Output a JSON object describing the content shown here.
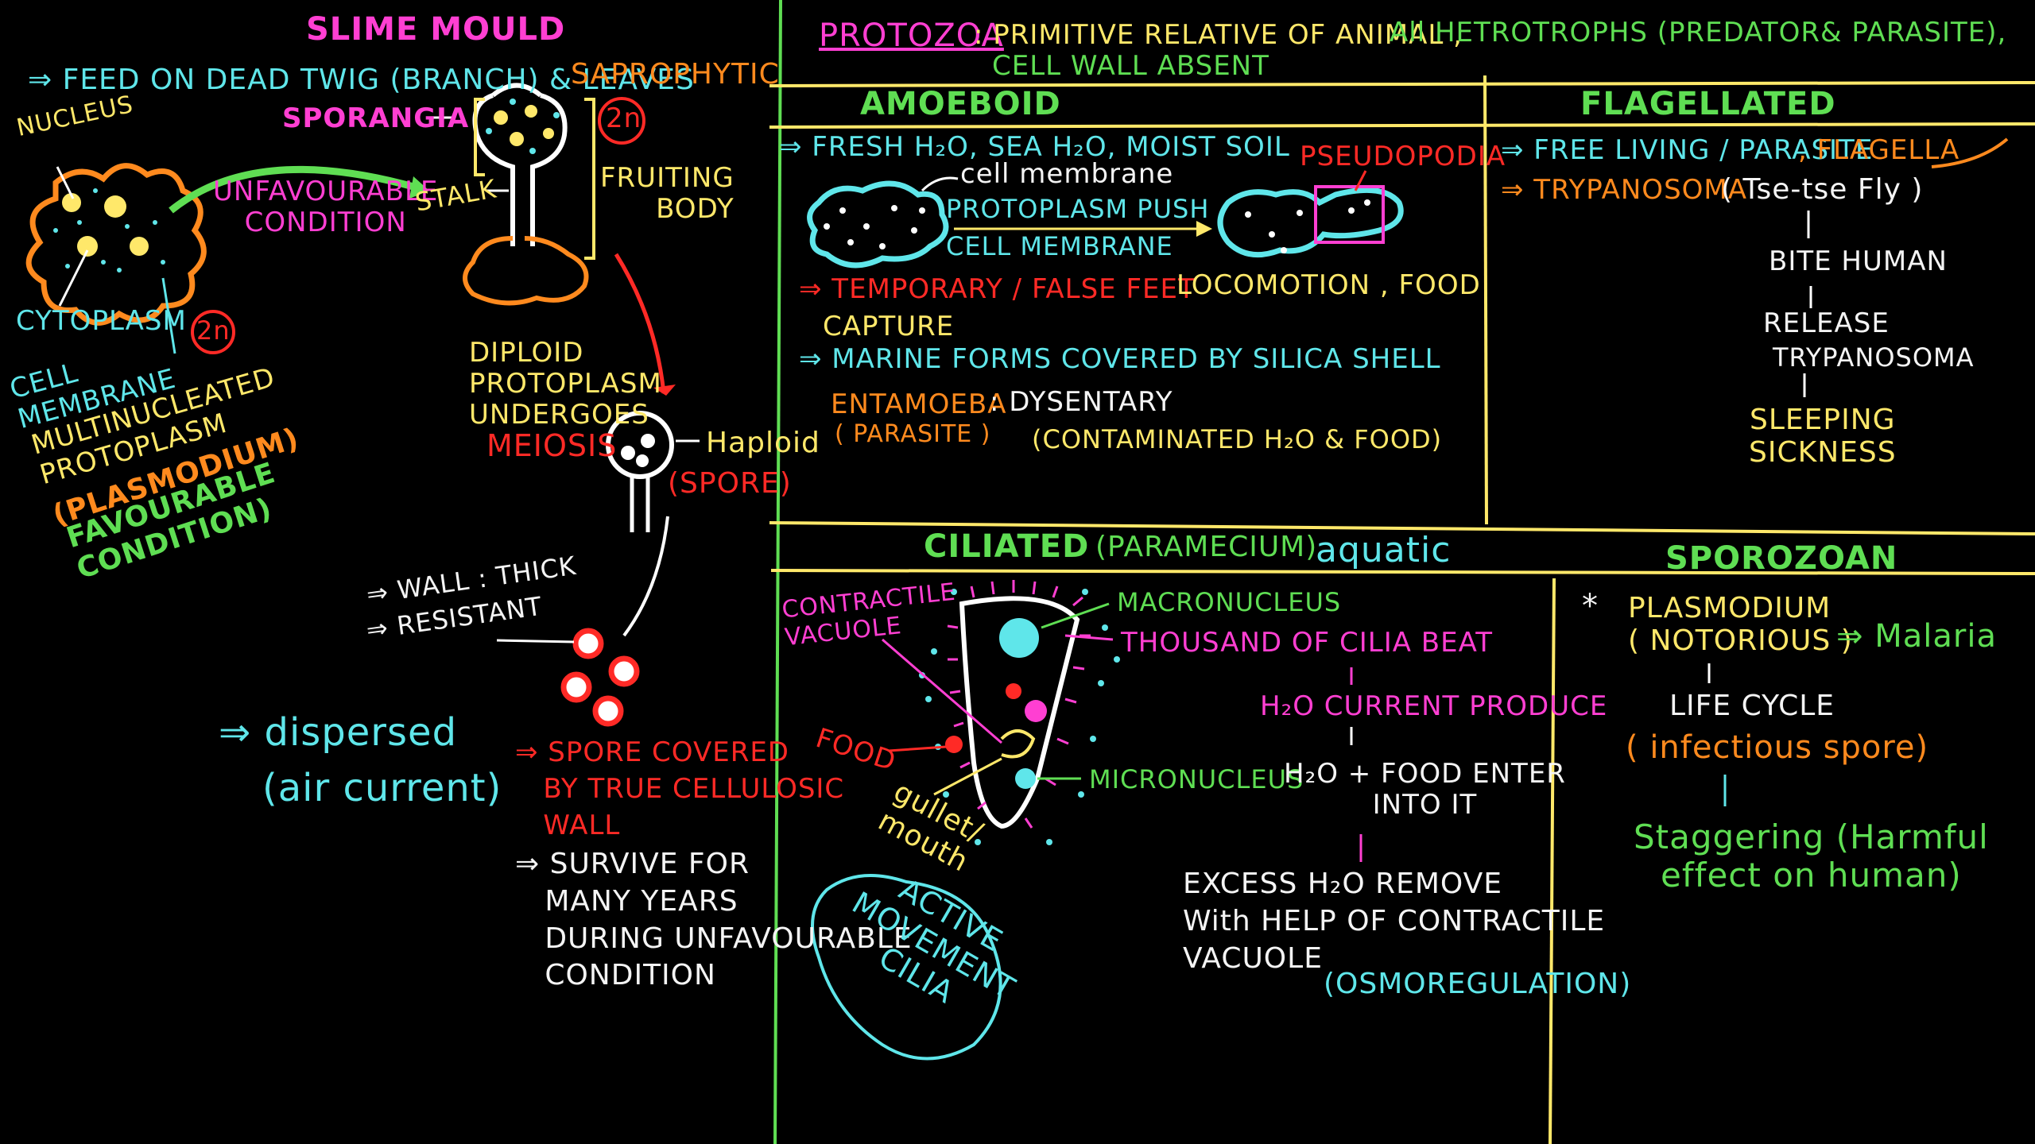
{
  "slime": {
    "title": "SLIME MOULD",
    "feed": "⇒ FEED ON DEAD TWIG (BRANCH) & LEAVES",
    "saprophytic": "SAPROPHYTIC",
    "sporangia": "SPORANGIA",
    "two_n_a": "2n",
    "two_n_b": "2n",
    "nucleus": "NUCLEUS",
    "unfavourable": "UNFAVOURABLE\nCONDITION",
    "stalk": "STALK",
    "fruiting": "FRUITING\nBODY",
    "cytoplasm": "CYTOPLASM",
    "cell_membrane": "CELL\nMEMBRANE",
    "plasmodium_block": "MULTINUCLEATED\nPROTOPLASM",
    "plasmodium": "(PLASMODIUM)",
    "favourable": "FAVOURABLE\nCONDITION)",
    "diploid": "DIPLOID\nPROTOPLASM\nUNDERGOES",
    "meiosis": "MEIOSIS",
    "haploid": "Haploid",
    "spore": "(SPORE)",
    "wall_thick": "⇒ WALL : THICK",
    "resistant": "⇒ RESISTANT",
    "dispersed": "⇒ dispersed",
    "air_current": "(air current)",
    "spore_covered": "⇒ SPORE COVERED\n   BY TRUE CELLULOSIC\n   WALL",
    "survive": "⇒ SURVIVE FOR\n   MANY YEARS\n   DURING UNFAVOURABLE\n   CONDITION"
  },
  "protozoa": {
    "title": "PROTOZOA",
    "desc1": ": PRIMITIVE RELATIVE OF ANIMAL ,",
    "desc2": "All HETROTROPHS (PREDATOR& PARASITE),",
    "desc3": "CELL WALL ABSENT"
  },
  "amoeboid": {
    "heading": "AMOEBOID",
    "line1": "⇒ FRESH H₂O, SEA H₂O, MOIST SOIL",
    "pseudopodia": "PSEUDOPODIA",
    "cell_membrane_hand": "cell membrane",
    "protoplasm_push": "PROTOPLASM PUSH",
    "cell_membrane": "CELL MEMBRANE",
    "temporary": "⇒ TEMPORARY / FALSE FEET",
    "locomotion": "LOCOMOTION , FOOD",
    "capture": "CAPTURE",
    "marine": "⇒ MARINE FORMS COVERED BY SILICA SHELL",
    "entamoeba": "ENTAMOEBA",
    "parasite": "( PARASITE )",
    "dysentery": ": DYSENTARY",
    "contaminated": "(CONTAMINATED H₂O & FOOD)"
  },
  "flagellated": {
    "heading": "FLAGELLATED",
    "free_living": "⇒ FREE LIVING / PARASITE",
    "flagella": ", FLAGELLA",
    "trypanosoma": "⇒ TRYPANOSOMA",
    "tsetse": "( Tse-tse Fly )",
    "bite": "BITE HUMAN",
    "release": "RELEASE",
    "trypanosoma2": "TRYPANOSOMA",
    "sleeping": "SLEEPING\nSICKNESS"
  },
  "ciliated": {
    "heading": "CILIATED",
    "paramecium": "(PARAMECIUM) ,",
    "aquatic": "aquatic",
    "contractile": "CONTRACTILE\nVACUOLE",
    "macronucleus": "MACRONUCLEUS",
    "thousand": "THOUSAND OF CILIA BEAT",
    "h2o_current": "H₂O CURRENT PRODUCE",
    "food": "FOOD",
    "micronucleus": "MICRONUCLEUS",
    "h2o_food": "H₂O + FOOD ENTER\nINTO IT",
    "gullet": "gullet/\nmouth",
    "excess": "EXCESS H₂O REMOVE\nWith HELP OF CONTRACTILE\nVACUOLE",
    "osmo": "(OSMOREGULATION)",
    "active": "ACTIVE\nMOVEMENT\nCILIA"
  },
  "sporozoan": {
    "heading": "SPOROZOAN",
    "star": "*",
    "plasmodium": "PLASMODIUM\n( NOTORIOUS )",
    "malaria": "⇒ Malaria",
    "life_cycle": "LIFE CYCLE",
    "infectious": "( infectious spore)",
    "staggering": "Staggering (Harmful\neffect on human)"
  }
}
